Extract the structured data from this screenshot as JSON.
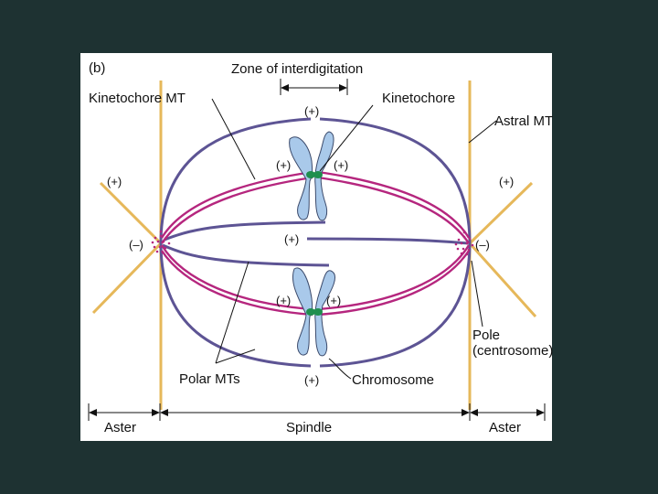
{
  "panel_label": "(b)",
  "labels": {
    "zone": "Zone of interdigitation",
    "kinetochore_mt": "Kinetochore MT",
    "kinetochore": "Kinetochore",
    "astral_mt": "Astral MT",
    "polar_mts": "Polar MTs",
    "chromosome": "Chromosome",
    "pole_line1": "Pole",
    "pole_line2": "(centrosome)",
    "aster_left": "Aster",
    "spindle": "Spindle",
    "aster_right": "Aster"
  },
  "plus_sign": "(+)",
  "minus_sign": "(–)",
  "colors": {
    "background": "#1e3232",
    "astral": "#e6b85a",
    "polar": "#5d5494",
    "kinetochore_mt": "#b5267e",
    "chromosome": "#a9c9ea",
    "kinetochore": "#1f8f4e",
    "centrosome": "#b5267e"
  }
}
